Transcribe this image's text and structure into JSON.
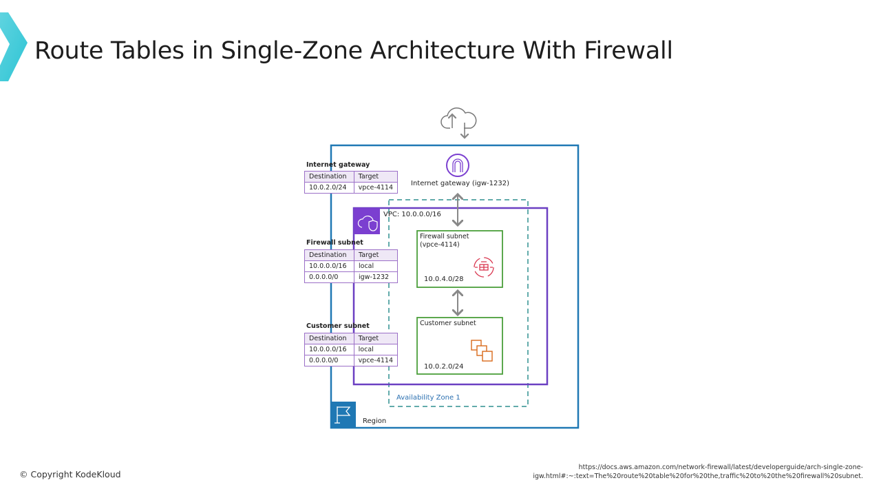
{
  "title": "Route Tables in Single-Zone Architecture With Firewall",
  "diagram": {
    "igw_label": "Internet gateway (igw-1232)",
    "vpc_label": "VPC: 10.0.0.0/16",
    "az_label": "Availability Zone 1",
    "region_label": "Region",
    "firewall_subnet": {
      "name": "Firewall subnet",
      "sub": "(vpce-4114)",
      "cidr": "10.0.4.0/28"
    },
    "customer_subnet": {
      "name": "Customer subnet",
      "cidr": "10.0.2.0/24"
    },
    "tables": [
      {
        "title": "Internet gateway",
        "header": [
          "Destination",
          "Target"
        ],
        "rows": [
          [
            "10.0.2.0/24",
            "vpce-4114"
          ]
        ]
      },
      {
        "title": "Firewall subnet",
        "header": [
          "Destination",
          "Target"
        ],
        "rows": [
          [
            "10.0.0.0/16",
            "local"
          ],
          [
            "0.0.0.0/0",
            "igw-1232"
          ]
        ]
      },
      {
        "title": "Customer subnet",
        "header": [
          "Destination",
          "Target"
        ],
        "rows": [
          [
            "10.0.0.0/16",
            "local"
          ],
          [
            "0.0.0.0/0",
            "vpce-4114"
          ]
        ]
      }
    ],
    "colors": {
      "region": "#1f78b4",
      "vpc": "#6b3fc2",
      "az": "#2f8f8f",
      "subnet": "#4a9e3a",
      "table": "#9b6fc7"
    }
  },
  "footer": {
    "copyright": "© Copyright KodeKloud",
    "source_line1": "https://docs.aws.amazon.com/network-firewall/latest/developerguide/arch-single-zone-",
    "source_line2": "igw.html#:~:text=The%20route%20table%20for%20the,traffic%20to%20the%20firewall%20subnet."
  }
}
